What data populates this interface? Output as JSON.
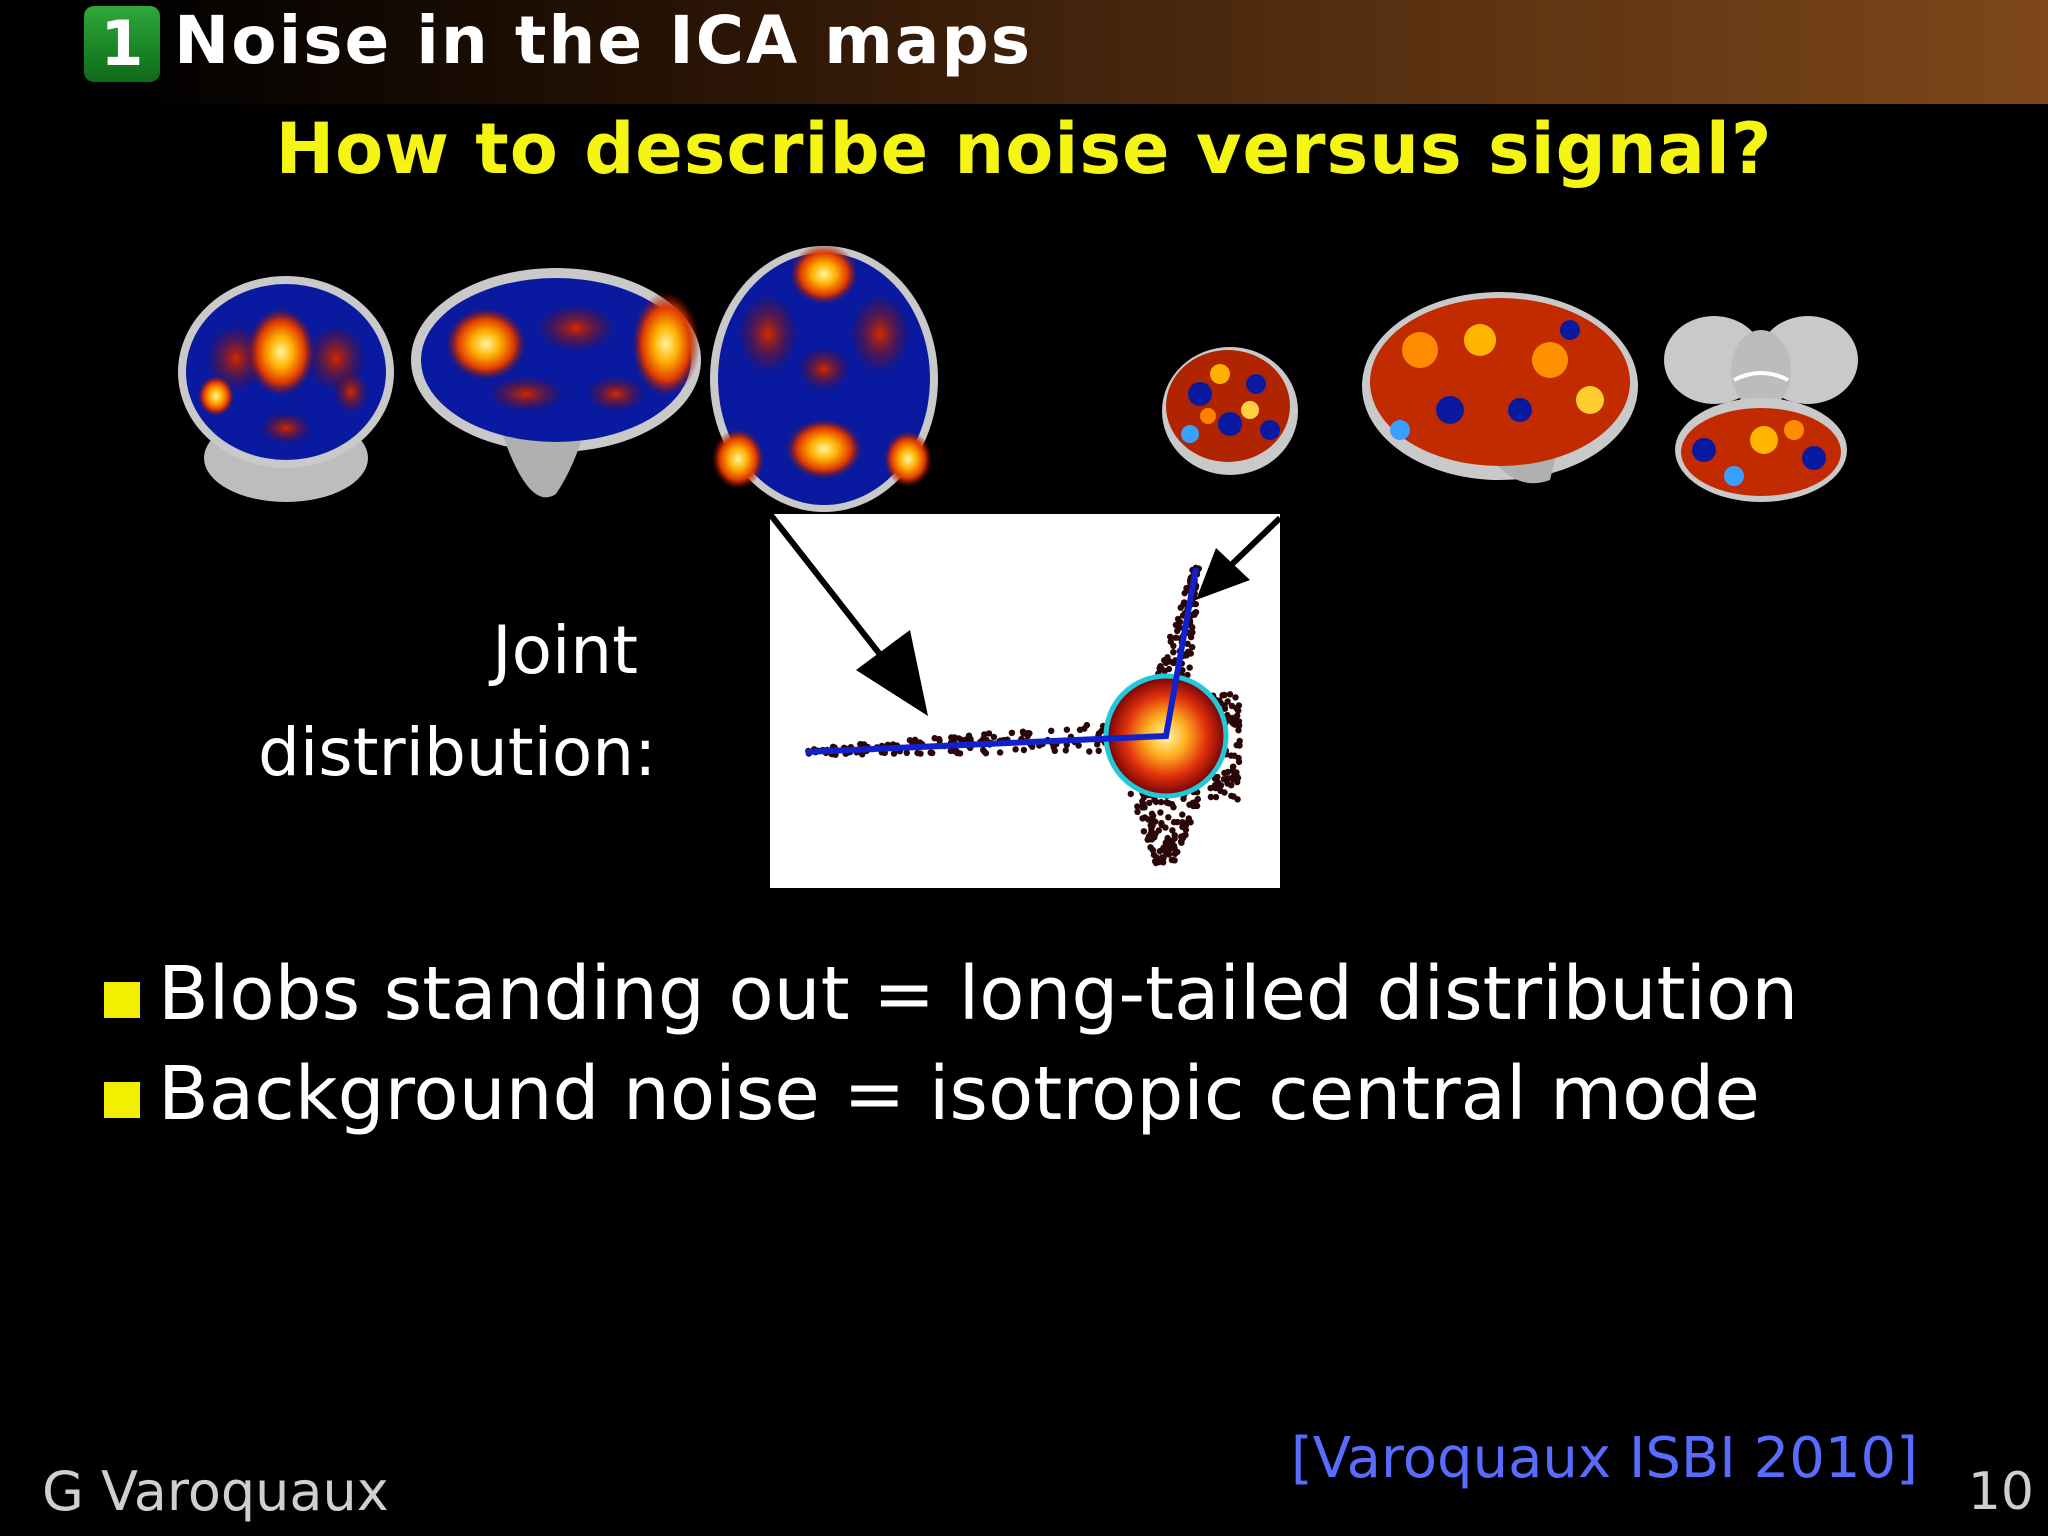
{
  "header": {
    "section_number": "1",
    "title": "Noise in the ICA maps"
  },
  "slide": {
    "subtitle": "How to describe noise versus signal?",
    "joint_label_line1": "Joint",
    "joint_label_line2": "distribution:",
    "bullets": [
      "Blobs standing out = long-tailed distribution",
      "Background noise = isotropic central mode"
    ]
  },
  "footer": {
    "author": "G Varoquaux",
    "citation": "[Varoquaux ISBI 2010]",
    "page_number": "10"
  },
  "colors": {
    "subtitle": "#f5f514",
    "bullet_marker": "#f2f000",
    "citation": "#5a6cff",
    "section_badge": "#1f8a2a"
  }
}
